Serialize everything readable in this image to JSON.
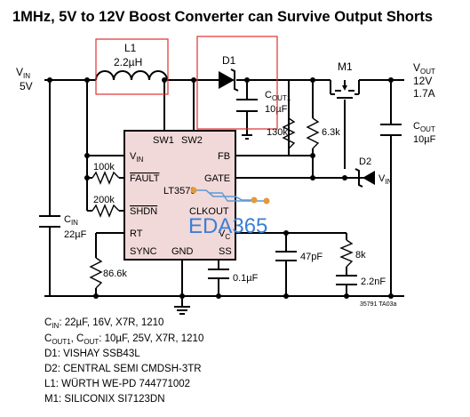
{
  "title": "1MHz, 5V to 12V Boost Converter can Survive Output Shorts",
  "input": {
    "v_label_main": "V",
    "v_label_sub": "IN",
    "voltage": "5V"
  },
  "output": {
    "v_label_main": "V",
    "v_label_sub": "OUT",
    "voltage": "12V",
    "current": "1.7A"
  },
  "ic": {
    "name": "LT3579",
    "pins": {
      "sw1": "SW1",
      "sw2": "SW2",
      "vin_main": "V",
      "vin_sub": "IN",
      "fault": "FAULT",
      "shdn": "SHDN",
      "rt": "RT",
      "sync": "SYNC",
      "gnd": "GND",
      "fb": "FB",
      "gate": "GATE",
      "clkout": "CLKOUT",
      "vc_main": "V",
      "vc_sub": "C",
      "ss": "SS"
    }
  },
  "components": {
    "L1": {
      "ref": "L1",
      "value": "2.2µH"
    },
    "D1": {
      "ref": "D1"
    },
    "D2": {
      "ref": "D2",
      "pin_main": "V",
      "pin_sub": "IN"
    },
    "M1": {
      "ref": "M1"
    },
    "COUT1": {
      "ref_main": "C",
      "ref_sub": "OUT1",
      "value": "10µF"
    },
    "COUT": {
      "ref_main": "C",
      "ref_sub": "OUT",
      "value": "10µF"
    },
    "CIN": {
      "ref_main": "C",
      "ref_sub": "IN",
      "value": "22µF"
    },
    "R_fb_top": {
      "value": "130k"
    },
    "R_fb_bottom": {
      "value": "6.3k"
    },
    "R_fault": {
      "value": "100k"
    },
    "R_shdn": {
      "value": "200k"
    },
    "R_rt": {
      "value": "86.6k"
    },
    "C_vc_a": {
      "value": "47pF"
    },
    "R_vc": {
      "value": "8k"
    },
    "C_vc_b": {
      "value": "2.2nF"
    },
    "C_ss": {
      "value": "0.1µF"
    }
  },
  "watermark": "EDA365",
  "doc_code": "35791 TA03a",
  "bom_notes": [
    {
      "main": "C",
      "sub": "IN",
      "rest": ": 22µF, 16V, X7R, 1210"
    },
    {
      "main": "C",
      "sub": "OUT1",
      "rest": ", C",
      "sub2": "OUT",
      "rest2": ": 10µF, 25V, X7R, 1210"
    },
    {
      "main": "D1: VISHAY SSB43L"
    },
    {
      "main": "D2: CENTRAL SEMI CMDSH-3TR"
    },
    {
      "main": "L1: WÜRTH WE-PD 744771002"
    },
    {
      "main": "M1: SILICONIX SI7123DN"
    }
  ],
  "colors": {
    "ic_fill": "#f2d9d9",
    "highlight_box": "#e03030",
    "watermark": "#3b7fd6",
    "overlay_trace": "#5a9ad8",
    "overlay_dot": "#e39a3a"
  }
}
